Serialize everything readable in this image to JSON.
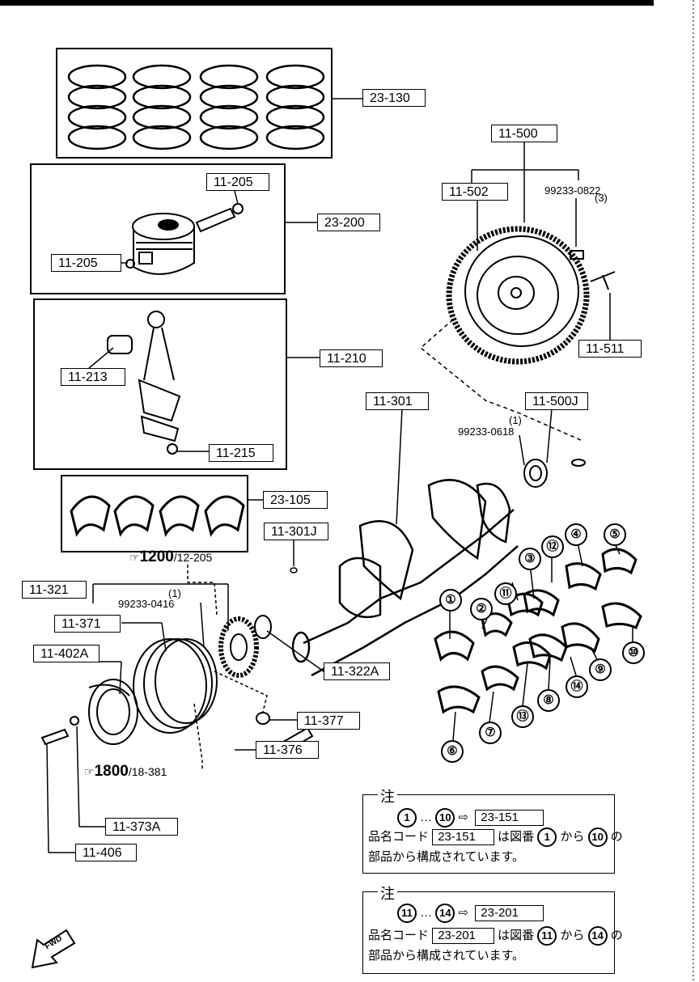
{
  "labels": {
    "rings": "23-130",
    "flywheel_assy": "11-500",
    "piston_pin_clip": "11-205",
    "piston_pin_clip2": "11-205",
    "piston_assy": "23-200",
    "ring_gear": "11-502",
    "flywheel_bolt": "11-511",
    "conrod_assy": "11-210",
    "conrod_bushing": "11-213",
    "conrod_nut": "11-215",
    "pilot_bearing": "11-500J",
    "crankshaft": "11-301",
    "conrod_bearings": "23-105",
    "crank_key": "11-301J",
    "timing_sprocket": "11-321",
    "sprocket_spacer": "11-322A",
    "pulley": "11-371",
    "damper": "11-402A",
    "pulley_washer": "11-377",
    "pulley_bolt": "11-376",
    "washer": "11-373A",
    "bolt": "11-406"
  },
  "part_texts": {
    "dowel_qty": "(3)",
    "dowel_part": "99233-0822",
    "pilot_qty": "(1)",
    "pilot_part": "99233-0618",
    "key_qty": "(1)",
    "key_part": "99233-0416"
  },
  "refs": {
    "ref1_bold": "1200",
    "ref1_rest": "/12-205",
    "ref2_bold": "1800",
    "ref2_rest": "/18-381",
    "fwd": "FWD"
  },
  "main_bearing_numbers": [
    "①",
    "②",
    "③",
    "④",
    "⑤",
    "⑥",
    "⑦",
    "⑧",
    "⑨",
    "⑩",
    "⑪",
    "⑫",
    "⑬",
    "⑭"
  ],
  "notes": [
    {
      "title": "注",
      "from": "1",
      "to": "10",
      "dots": "…",
      "arrow": "⇨",
      "code": "23-151",
      "line2a": "品名コード",
      "line2b": "は図番",
      "line2c": "から",
      "line2d": "の",
      "line3": "部品から構成されています。"
    },
    {
      "title": "注",
      "from": "11",
      "to": "14",
      "dots": "…",
      "arrow": "⇨",
      "code": "23-201",
      "line2a": "品名コード",
      "line2b": "は図番",
      "line2c": "から",
      "line2d": "の",
      "line3": "部品から構成されています。"
    }
  ]
}
